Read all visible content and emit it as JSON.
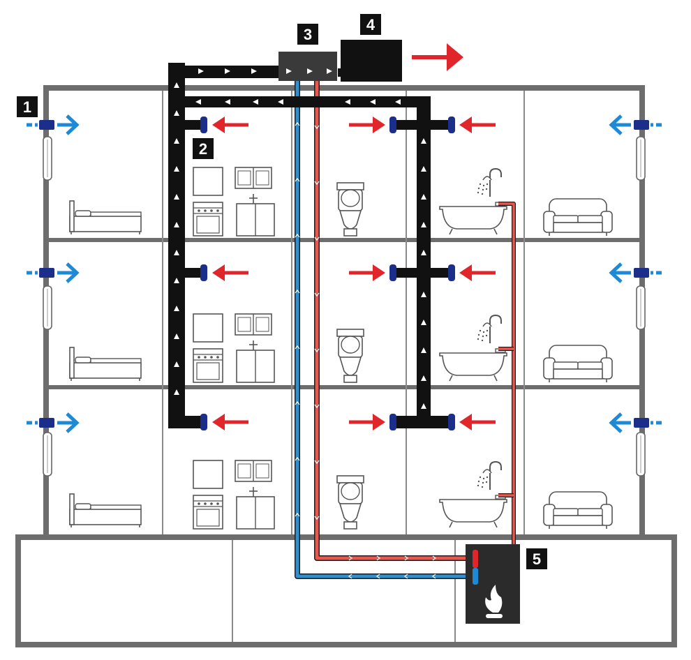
{
  "labels": [
    {
      "id": "1",
      "text": "1"
    },
    {
      "id": "2",
      "text": "2"
    },
    {
      "id": "3",
      "text": "3"
    },
    {
      "id": "4",
      "text": "4"
    },
    {
      "id": "5",
      "text": "5"
    }
  ],
  "colors": {
    "wall": "#6d6d6d",
    "duct": "#111111",
    "supply_air": "#1e8ad6",
    "extract_air": "#e0262b",
    "hot_pipe": "#e8584f",
    "cold_pipe": "#2f8fd0",
    "valve": "#1b2f8a",
    "boiler": "#2b2b2b"
  },
  "icons": [
    "bed-icon",
    "kitchen-icon",
    "toilet-icon",
    "bathtub-icon",
    "sofa-icon",
    "window-vent-icon",
    "exhaust-valve-icon",
    "fan-unit-icon",
    "boiler-icon",
    "flame-icon",
    "arrow-icon"
  ]
}
